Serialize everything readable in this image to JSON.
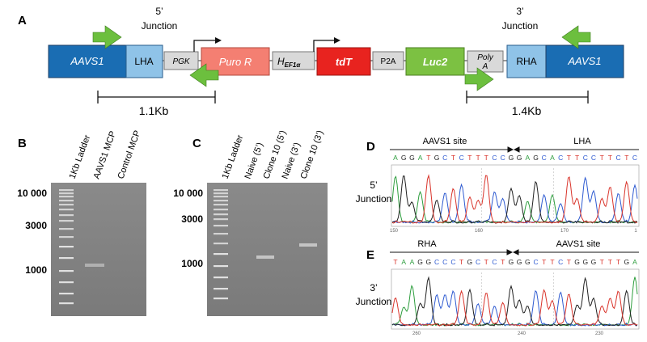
{
  "panels": {
    "a": "A",
    "b": "B",
    "c": "C",
    "d": "D",
    "e": "E"
  },
  "construct": {
    "junction5_line1": "5’",
    "junction5_line2": "Junction",
    "junction3_line1": "3’",
    "junction3_line2": "Junction",
    "aavs1_left": "AAVS1",
    "lha": "LHA",
    "pgk": "PGK",
    "puro": "Puro R",
    "hef_main": "H",
    "hef_sub": "EF1α",
    "tdt": "tdT",
    "p2a": "P2A",
    "luc2": "Luc2",
    "polya_line1": "Poly",
    "polya_line2": "A",
    "rha": "RHA",
    "aavs1_right": "AAVS1",
    "size_left": "1.1Kb",
    "size_right": "1.4Kb",
    "colors": {
      "aavs1": "#1a6db3",
      "arm": "#8fc3e8",
      "promoter": "#d9d9d9",
      "puro": "#f47f72",
      "tdt": "#e8231f",
      "luc2": "#7cc142",
      "arrow": "#6cbf3e"
    }
  },
  "gel_b": {
    "lanes": [
      "1Kb Ladder",
      "AAVS1 MCP",
      "Control MCP"
    ],
    "markers": [
      "10 000",
      "3000",
      "1000"
    ]
  },
  "gel_c": {
    "lanes": [
      "1Kb Ladder",
      "Naive (5’)",
      "Clone 10 (5’)",
      "Naive (3’)",
      "Clone 10 (3’)"
    ],
    "markers": [
      "10 000",
      "3000",
      "1000"
    ]
  },
  "seq_d": {
    "left_label": "AAVS1 site",
    "right_label": "LHA",
    "bases": "AGGATGCTCTTTCCGGAGCACTTCCTTCTC",
    "side_line1": "5’",
    "side_line2": "Junction",
    "ticks": [
      "150",
      "160",
      "170",
      "1"
    ]
  },
  "seq_e": {
    "left_label": "RHA",
    "right_label": "AAVS1 site",
    "bases": "TAAGGCCCTGCTCTGGGCTTCTGGGTTTGA",
    "side_line1": "3’",
    "side_line2": "Junction",
    "ticks": [
      "260",
      "240",
      "230"
    ]
  }
}
